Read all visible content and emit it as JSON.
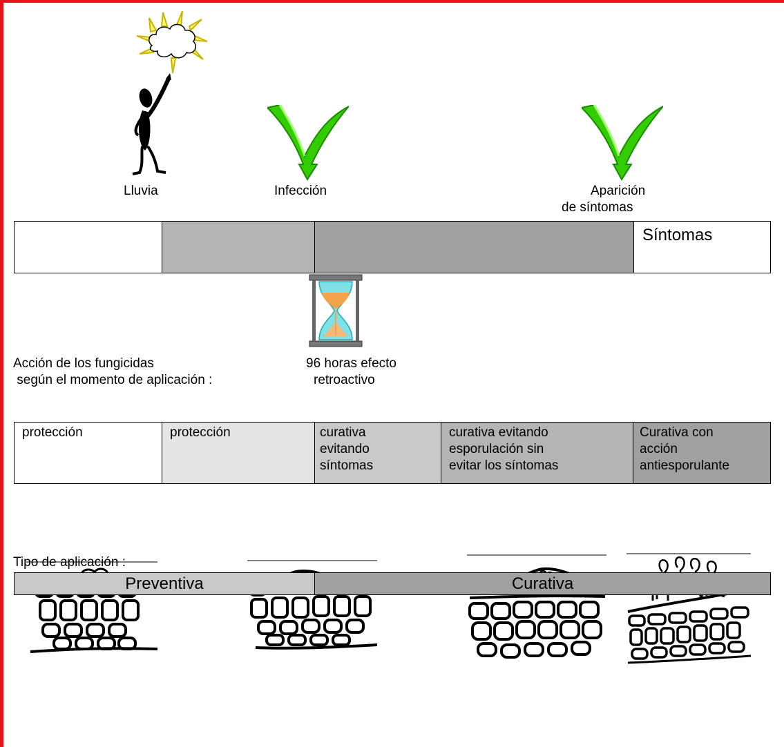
{
  "header_labels": {
    "rain": "Lluvia",
    "infection": "Infección",
    "symptoms_appearance_line1": "Aparición",
    "symptoms_appearance_line2": "de síntomas"
  },
  "timeline": {
    "last_label": "Síntomas"
  },
  "fungicide_action": {
    "line1": "Acción de los fungicidas",
    "line2": " según el momento de aplicación :"
  },
  "retroactive_effect": {
    "line1": "96 horas efecto",
    "line2": "retroactivo"
  },
  "action_cells": [
    {
      "lines": [
        "protección"
      ]
    },
    {
      "lines": [
        "protección"
      ]
    },
    {
      "lines": [
        "curativa",
        "evitando",
        "síntomas"
      ]
    },
    {
      "lines": [
        "curativa evitando",
        "esporulación sin",
        "evitar los síntomas"
      ]
    },
    {
      "lines": [
        "Curativa con",
        "acción",
        "antiesporulante"
      ]
    }
  ],
  "application_type": {
    "label": "Tipo de aplicación :",
    "preventive": "Preventiva",
    "curative": "Curativa"
  },
  "colors": {
    "frame": "#e8141a",
    "gray_light": "#e4e4e4",
    "gray_mid": "#b4b4b4",
    "gray_dark": "#a0a0a0",
    "arrow_green": "#33cc00"
  },
  "icons": [
    "sun-cloud-icon",
    "stick-figure-icon",
    "green-check-arrow-icon",
    "hourglass-icon",
    "leaf-cell-section-icon"
  ]
}
